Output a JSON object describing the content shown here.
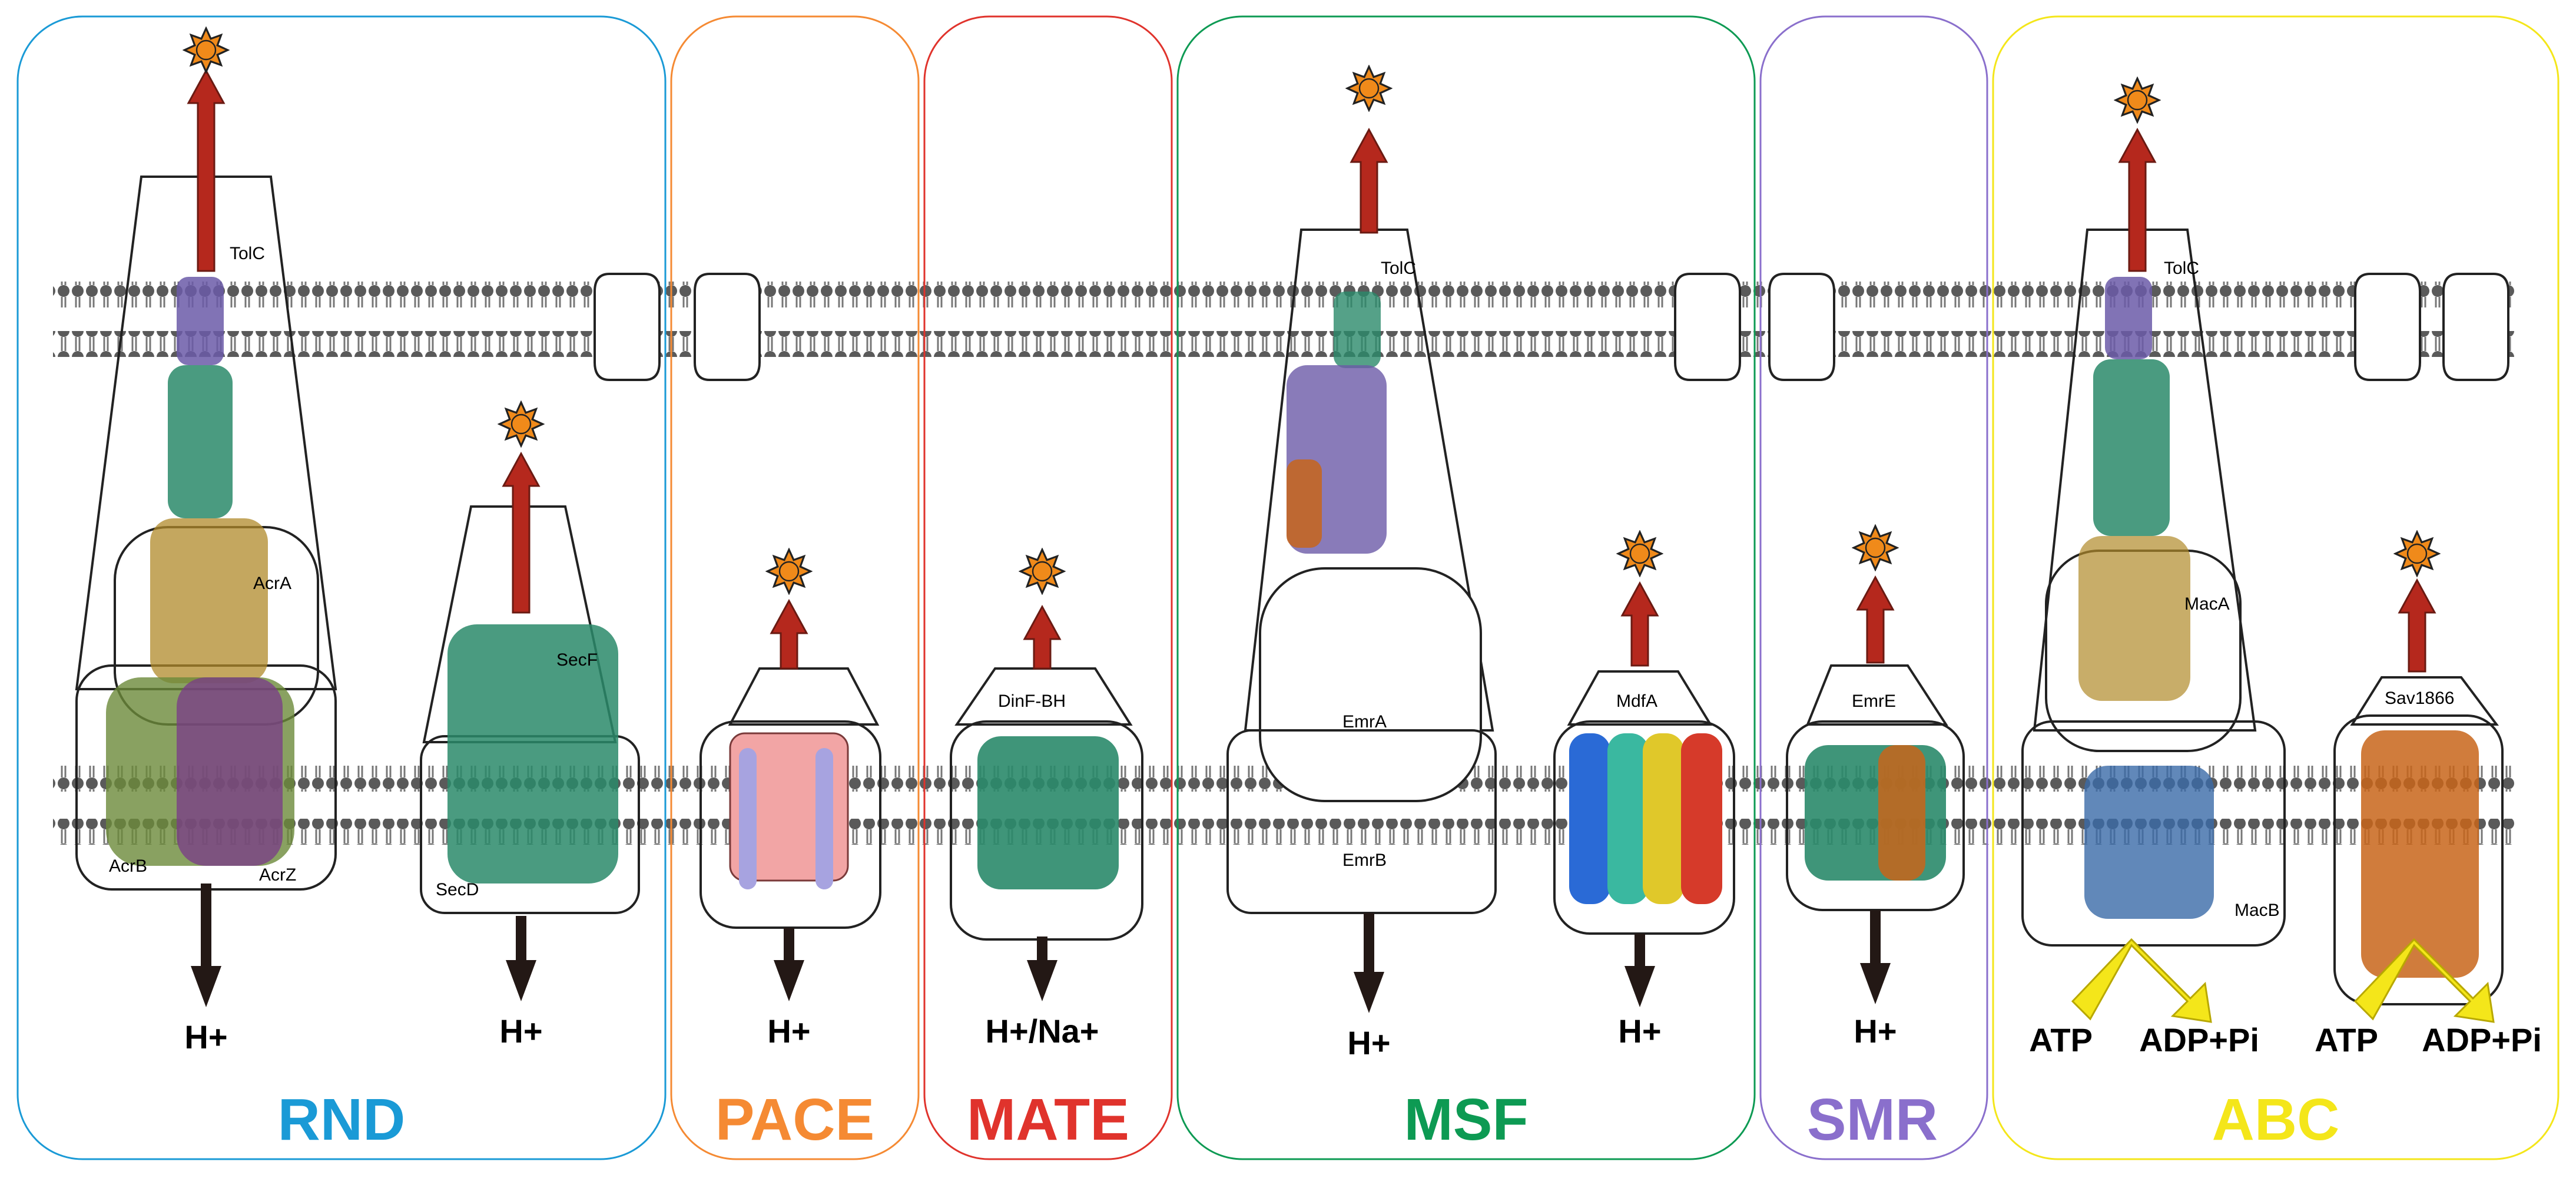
{
  "families": [
    {
      "name": "RND",
      "color": "#1a9ad6"
    },
    {
      "name": "PACE",
      "color": "#f58a33"
    },
    {
      "name": "MATE",
      "color": "#e0332c"
    },
    {
      "name": "MSF",
      "color": "#0d9a53"
    },
    {
      "name": "SMR",
      "color": "#8a6fcc"
    },
    {
      "name": "ABC",
      "color": "#f4e61a"
    }
  ],
  "proteins": {
    "tolc": "TolC",
    "acra": "AcrA",
    "acrb": "AcrB",
    "acrz": "AcrZ",
    "secf": "SecF",
    "secd": "SecD",
    "dinf": "DinF-BH",
    "emra": "EmrA",
    "emrb": "EmrB",
    "mdfa": "MdfA",
    "emre": "EmrE",
    "maca": "MacA",
    "macb": "MacB",
    "sav1866": "Sav1866"
  },
  "ions": {
    "h": "H+",
    "hna": "H+/Na+"
  },
  "energy": {
    "atp": "ATP",
    "adp": "ADP+Pi"
  },
  "colors": {
    "arrow_up": "#b5281d",
    "arrow_down": "#231815",
    "sun_fill": "#f08a1a",
    "atp_arrow": "#f4e61a",
    "protein_green": "#2a8a6a",
    "protein_purple": "#6b5aa8",
    "protein_orange": "#c8651a",
    "pace_pink": "#f2a5a5",
    "pace_lilac": "#a7a3e0",
    "membrane_head": "#555555"
  },
  "icons": [
    "substrate-sun-icon",
    "efflux-arrow-icon",
    "proton-arrow-icon",
    "atp-hydrolysis-arrow-icon"
  ]
}
